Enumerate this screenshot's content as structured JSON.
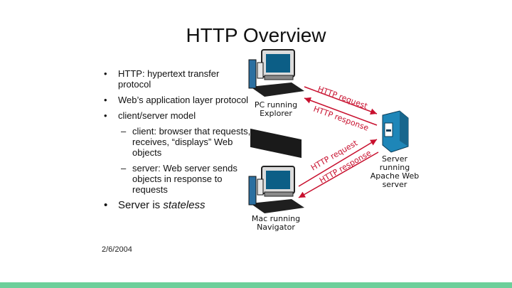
{
  "title": "HTTP Overview",
  "bullets": {
    "b1": "HTTP: hypertext transfer protocol",
    "b2": "Web’s application layer protocol",
    "b3": "client/server model",
    "b3_sub1": "client: browser that requests, receives, “displays” Web objects",
    "b3_sub2": "server: Web server sends objects in response to requests",
    "b4_prefix": "Server is ",
    "b4_em": "stateless"
  },
  "date": "2/6/2004",
  "diagram": {
    "pc_label": "PC running Explorer",
    "mac_label": "Mac running Navigator",
    "server_label": "Server running Apache Web server",
    "http_request_top": "HTTP request",
    "http_response_top": "HTTP response",
    "http_request_bottom": "HTTP request",
    "http_response_bottom": "HTTP response",
    "arrow_color": "#c8102e"
  }
}
